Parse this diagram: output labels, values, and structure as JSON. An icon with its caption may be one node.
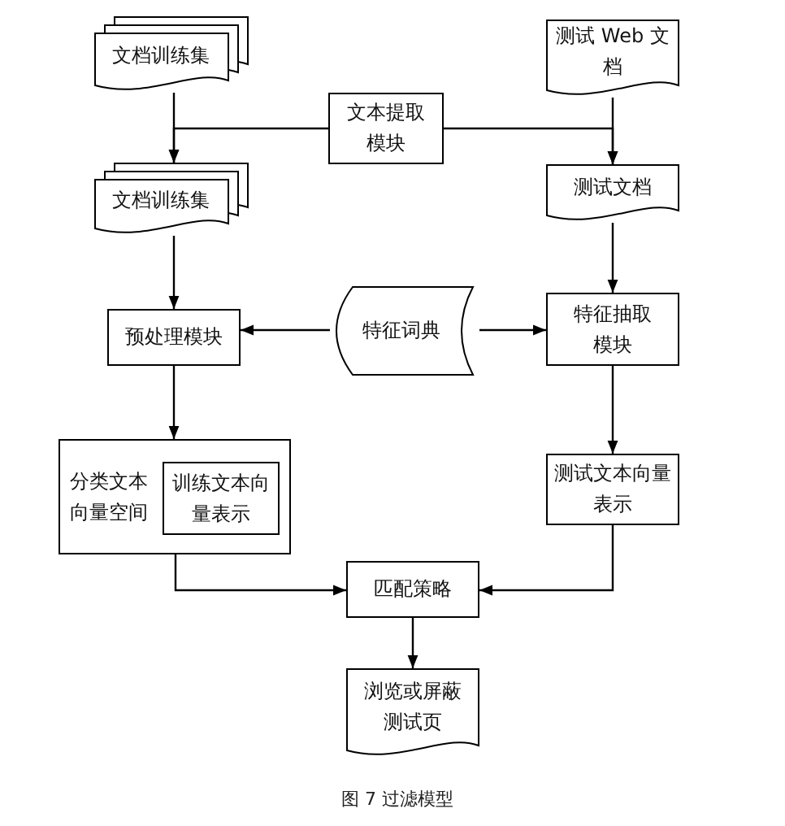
{
  "diagram": {
    "caption": "图 7 过滤模型",
    "nodes": [
      {
        "text": [
          "文档训练集"
        ]
      },
      {
        "text": [
          "测试 Web 文档"
        ]
      },
      {
        "text": [
          "文本提取模块"
        ]
      },
      {
        "text": [
          "文档训练集"
        ]
      },
      {
        "text": [
          "测试文档"
        ]
      },
      {
        "text": [
          "预处理模块"
        ]
      },
      {
        "text": [
          "特征词典"
        ]
      },
      {
        "text": [
          "特征抽取模块"
        ]
      },
      {
        "text": [
          "分类文本向量空间"
        ]
      },
      {
        "text": [
          "训练文本向量表示"
        ],
        "in": 8
      },
      {
        "text": [
          "测试文本向量表示"
        ]
      },
      {
        "text": [
          "匹配策略"
        ]
      },
      {
        "text": [
          "浏览或屏蔽测试页"
        ]
      }
    ],
    "edges": [
      {
        "from": 0,
        "to": 3,
        "arrow": "to"
      },
      {
        "from": 1,
        "to": 4,
        "arrow": "to"
      },
      {
        "from": 2,
        "to": 3,
        "arrow": "to"
      },
      {
        "from": 2,
        "to": 4,
        "arrow": "to"
      },
      {
        "from": 3,
        "to": 5,
        "arrow": "to"
      },
      {
        "from": 4,
        "to": 7,
        "arrow": "to"
      },
      {
        "from": 6,
        "to": 5,
        "arrow": "to"
      },
      {
        "from": 6,
        "to": 7,
        "arrow": "to"
      },
      {
        "from": 5,
        "to": 8,
        "arrow": "to"
      },
      {
        "from": 7,
        "to": 10,
        "arrow": "to"
      },
      {
        "from": 8,
        "to": 11,
        "arrow": "to"
      },
      {
        "from": 10,
        "to": 11,
        "arrow": "to"
      },
      {
        "from": 11,
        "to": 12,
        "arrow": "to"
      }
    ]
  }
}
